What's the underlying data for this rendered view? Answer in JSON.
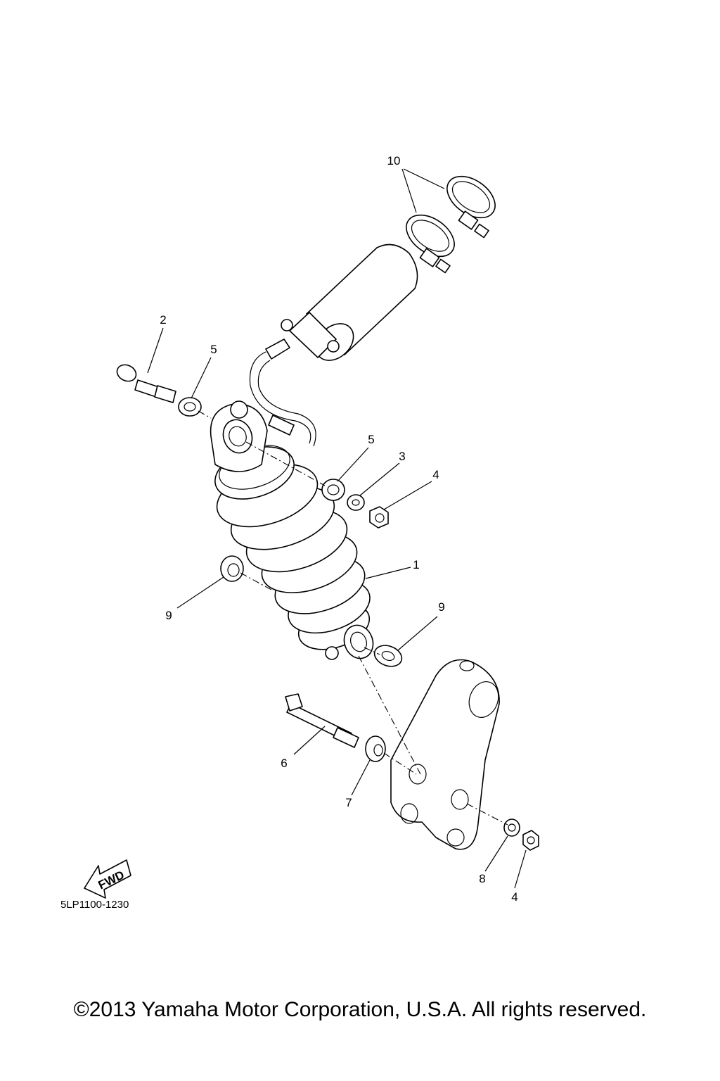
{
  "diagram": {
    "callouts": [
      {
        "id": "10",
        "label": "10"
      },
      {
        "id": "2",
        "label": "2"
      },
      {
        "id": "5a",
        "label": "5"
      },
      {
        "id": "5b",
        "label": "5"
      },
      {
        "id": "3",
        "label": "3"
      },
      {
        "id": "4a",
        "label": "4"
      },
      {
        "id": "1",
        "label": "1"
      },
      {
        "id": "9a",
        "label": "9"
      },
      {
        "id": "9b",
        "label": "9"
      },
      {
        "id": "6",
        "label": "6"
      },
      {
        "id": "7",
        "label": "7"
      },
      {
        "id": "8",
        "label": "8"
      },
      {
        "id": "4b",
        "label": "4"
      }
    ],
    "fwd_label": "FWD",
    "diagram_code": "5LP1100-1230"
  },
  "footer": {
    "copyright": "©2013 Yamaha Motor Corporation, U.S.A. All rights reserved."
  }
}
